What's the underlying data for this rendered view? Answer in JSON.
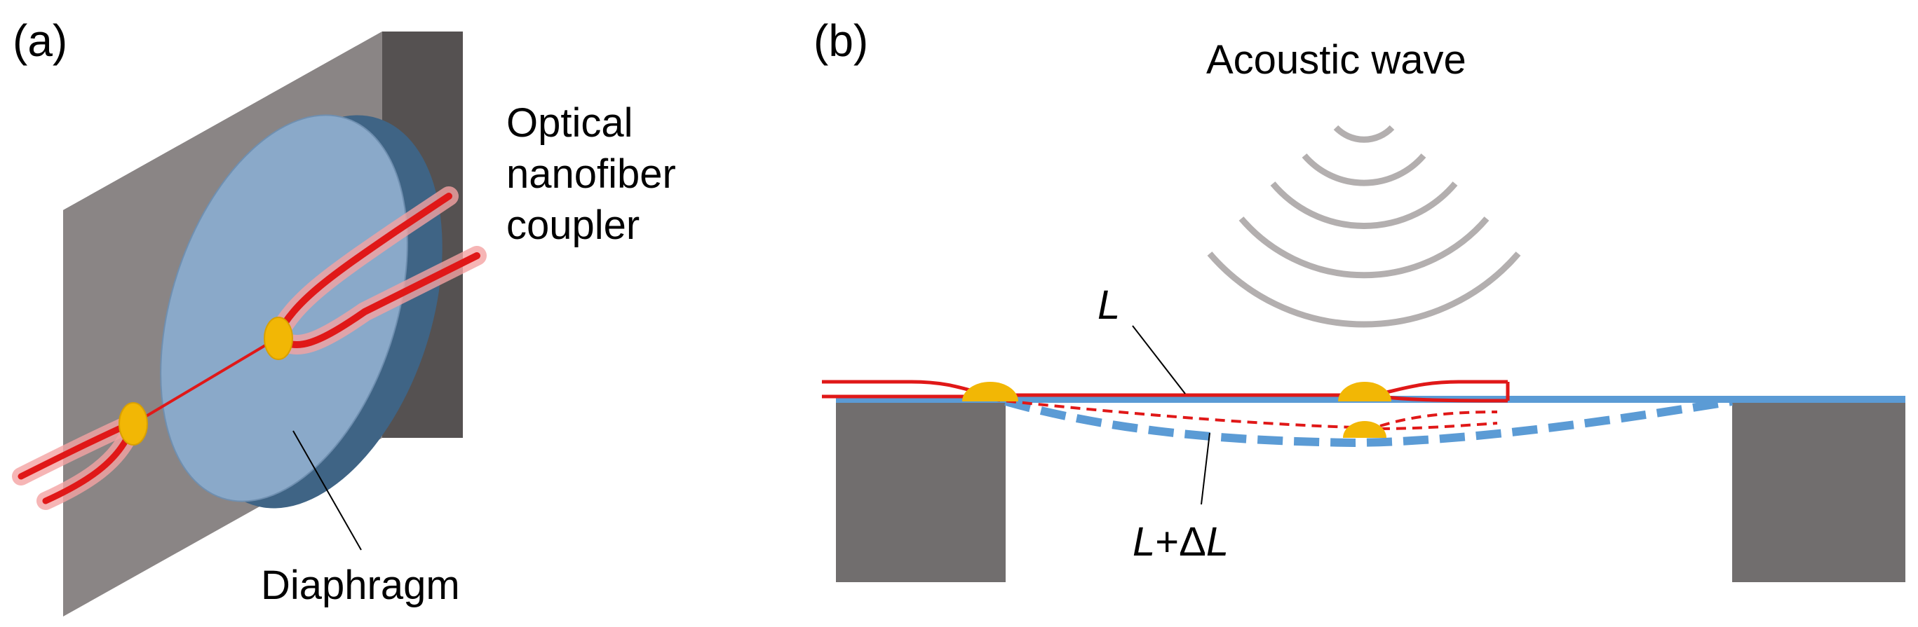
{
  "panels": {
    "a": {
      "label": "(a)",
      "fiber_label_lines": [
        "Optical",
        "nanofiber",
        "coupler"
      ],
      "diaphragm_label": "Diaphragm"
    },
    "b": {
      "label": "(b)",
      "acoustic_wave_label": "Acoustic wave",
      "length_label": "L",
      "stretched_length": {
        "prefix": "L",
        "plus": "+",
        "delta": "Δ",
        "suffix": "L"
      }
    }
  },
  "colors": {
    "plate_front": "#8a8585",
    "plate_top": "#5b5656",
    "plate_side": "#6e6969",
    "diaphragm_face": "#8aa9c9",
    "diaphragm_edge": "#3f6485",
    "fiber": "#e01818",
    "fiber_glow": "#f4a3a3",
    "glue_spot": "#f2b705",
    "membrane_line": "#5b9bd5",
    "support_block": "#716e6e",
    "acoustic_wave": "#b3afaf"
  }
}
